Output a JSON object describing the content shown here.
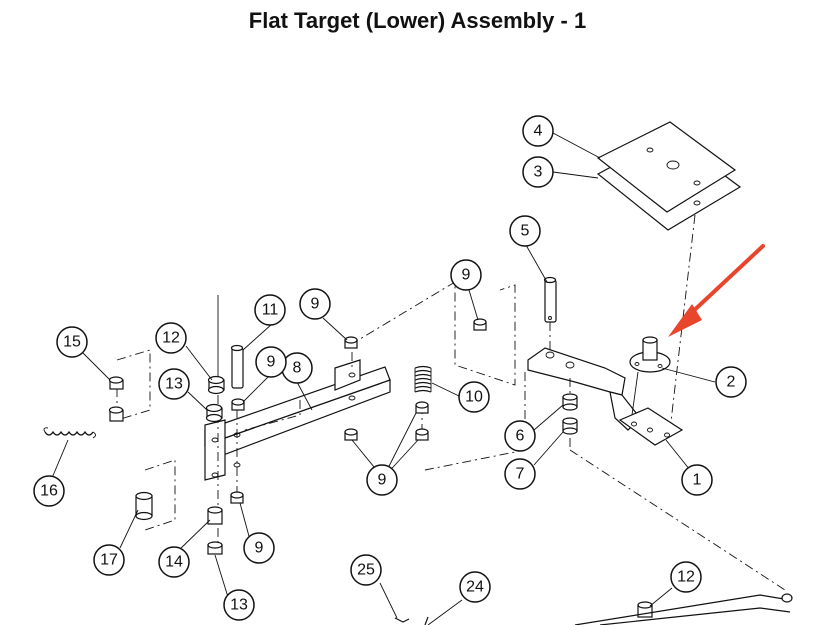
{
  "title": "Flat Target (Lower) Assembly - 1",
  "callouts": [
    {
      "label": "1"
    },
    {
      "label": "2"
    },
    {
      "label": "3"
    },
    {
      "label": "4"
    },
    {
      "label": "5"
    },
    {
      "label": "6"
    },
    {
      "label": "7"
    },
    {
      "label": "8"
    },
    {
      "label": "9"
    },
    {
      "label": "9"
    },
    {
      "label": "9"
    },
    {
      "label": "9"
    },
    {
      "label": "9"
    },
    {
      "label": "10"
    },
    {
      "label": "11"
    },
    {
      "label": "12"
    },
    {
      "label": "12"
    },
    {
      "label": "13"
    },
    {
      "label": "13"
    },
    {
      "label": "14"
    },
    {
      "label": "15"
    },
    {
      "label": "16"
    },
    {
      "label": "17"
    },
    {
      "label": "24"
    },
    {
      "label": "25"
    }
  ],
  "arrow_color": "#e8452c"
}
